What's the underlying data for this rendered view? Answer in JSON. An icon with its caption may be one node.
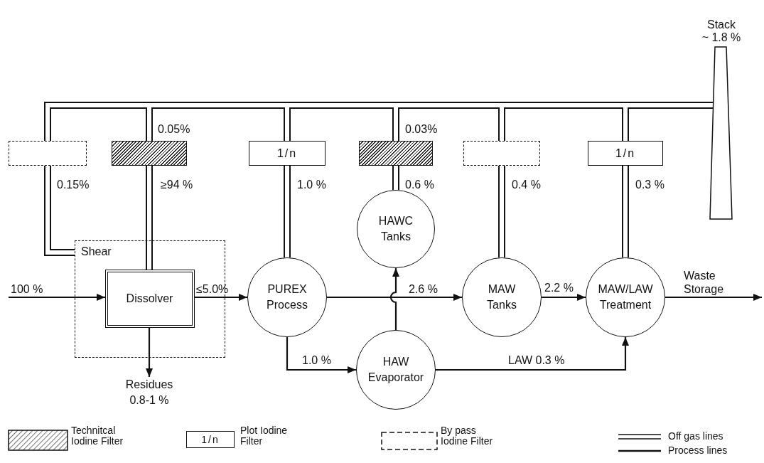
{
  "diagram": {
    "nodes": [
      {
        "text": [
          "Shear"
        ]
      },
      {
        "text": [
          "Dissolver"
        ],
        "in": 0
      },
      {
        "text": [
          "PUREX Process"
        ]
      },
      {
        "text": [
          "HAWC Tanks"
        ]
      },
      {
        "text": [
          "HAW Evaporator"
        ]
      },
      {
        "text": [
          "MAW Tanks"
        ]
      },
      {
        "text": [
          "MAW/LAW Treatment"
        ]
      },
      {
        "text": [
          "Residues 0.8-1 %"
        ]
      },
      {
        "text": [],
        "shape": "box"
      },
      {
        "text": [],
        "shape": "box"
      },
      {
        "text": [
          "1/n"
        ]
      },
      {
        "text": [],
        "shape": "box"
      },
      {
        "text": [],
        "shape": "box"
      },
      {
        "text": [
          "1/n"
        ]
      },
      {
        "text": [
          "Stack",
          "~ 1.8 %"
        ]
      }
    ],
    "edges": [
      {
        "from": null,
        "to": 1,
        "arrow": "to",
        "label": "100 %"
      },
      {
        "from": 1,
        "to": 2,
        "arrow": "to",
        "label": "≤5.0%"
      },
      {
        "from": 1,
        "to": 7,
        "arrow": "to"
      },
      {
        "from": 2,
        "to": 5,
        "arrow": "to",
        "label": "2.6 %"
      },
      {
        "from": 2,
        "to": 4,
        "arrow": "to",
        "label": "1.0 %"
      },
      {
        "from": 4,
        "to": 3,
        "arrow": "to"
      },
      {
        "from": 5,
        "to": 6,
        "arrow": "to",
        "label": "2.2 %"
      },
      {
        "from": 4,
        "to": 6,
        "arrow": "to",
        "label": "LAW 0.3 %"
      },
      {
        "from": 6,
        "to": null,
        "arrow": "to",
        "label": "Waste Storage"
      },
      {
        "from": 0,
        "to": 8,
        "arrow": "none",
        "label": "0.15%"
      },
      {
        "from": 1,
        "to": 9,
        "arrow": "none",
        "label": "≥94 %"
      },
      {
        "from": 9,
        "to": 14,
        "arrow": "none",
        "label": "0.05%"
      },
      {
        "from": 8,
        "to": 14,
        "arrow": "none"
      },
      {
        "from": 2,
        "to": 10,
        "arrow": "none",
        "label": "1.0 %"
      },
      {
        "from": 10,
        "to": 14,
        "arrow": "none"
      },
      {
        "from": 3,
        "to": 11,
        "arrow": "none",
        "label": "0.6 %"
      },
      {
        "from": 11,
        "to": 14,
        "arrow": "none",
        "label": "0.03%"
      },
      {
        "from": 5,
        "to": 12,
        "arrow": "none",
        "label": "0.4 %"
      },
      {
        "from": 12,
        "to": 14,
        "arrow": "none"
      },
      {
        "from": 6,
        "to": 13,
        "arrow": "none",
        "label": "0.3 %"
      },
      {
        "from": 13,
        "to": 14,
        "arrow": "none"
      }
    ],
    "labels": [
      "1/n"
    ],
    "legend": [
      {
        "text": "Technitcal Iodine Filter"
      },
      {
        "text": "Plot Iodine Filter"
      },
      {
        "text": "By pass Iodine Filter"
      },
      {
        "text": "Off gas lines"
      },
      {
        "text": "Process lines"
      }
    ]
  }
}
